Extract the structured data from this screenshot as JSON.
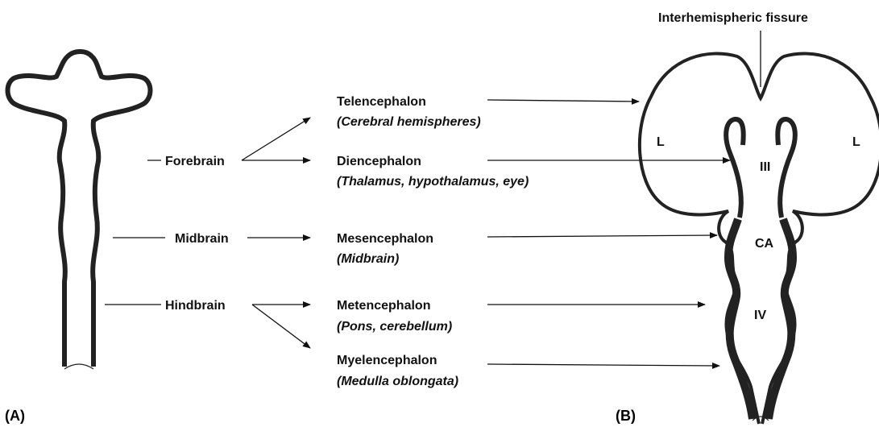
{
  "panels": {
    "a": "(A)",
    "b": "(B)"
  },
  "primary_vesicles": [
    "Forebrain",
    "Midbrain",
    "Hindbrain"
  ],
  "secondary_vesicles": [
    {
      "name": "Telencephalon",
      "derivatives": "(Cerebral hemispheres)"
    },
    {
      "name": "Diencephalon",
      "derivatives": "(Thalamus, hypothalamus, eye)"
    },
    {
      "name": "Mesencephalon",
      "derivatives": "(Midbrain)"
    },
    {
      "name": "Metencephalon",
      "derivatives": "(Pons, cerebellum)"
    },
    {
      "name": "Myelencephalon",
      "derivatives": "(Medulla oblongata)"
    }
  ],
  "cavity_labels": {
    "lateral_left": "L",
    "lateral_right": "L",
    "third": "III",
    "aqueduct": "CA",
    "fourth": "IV"
  },
  "fissure_label": "Interhemispheric fissure"
}
